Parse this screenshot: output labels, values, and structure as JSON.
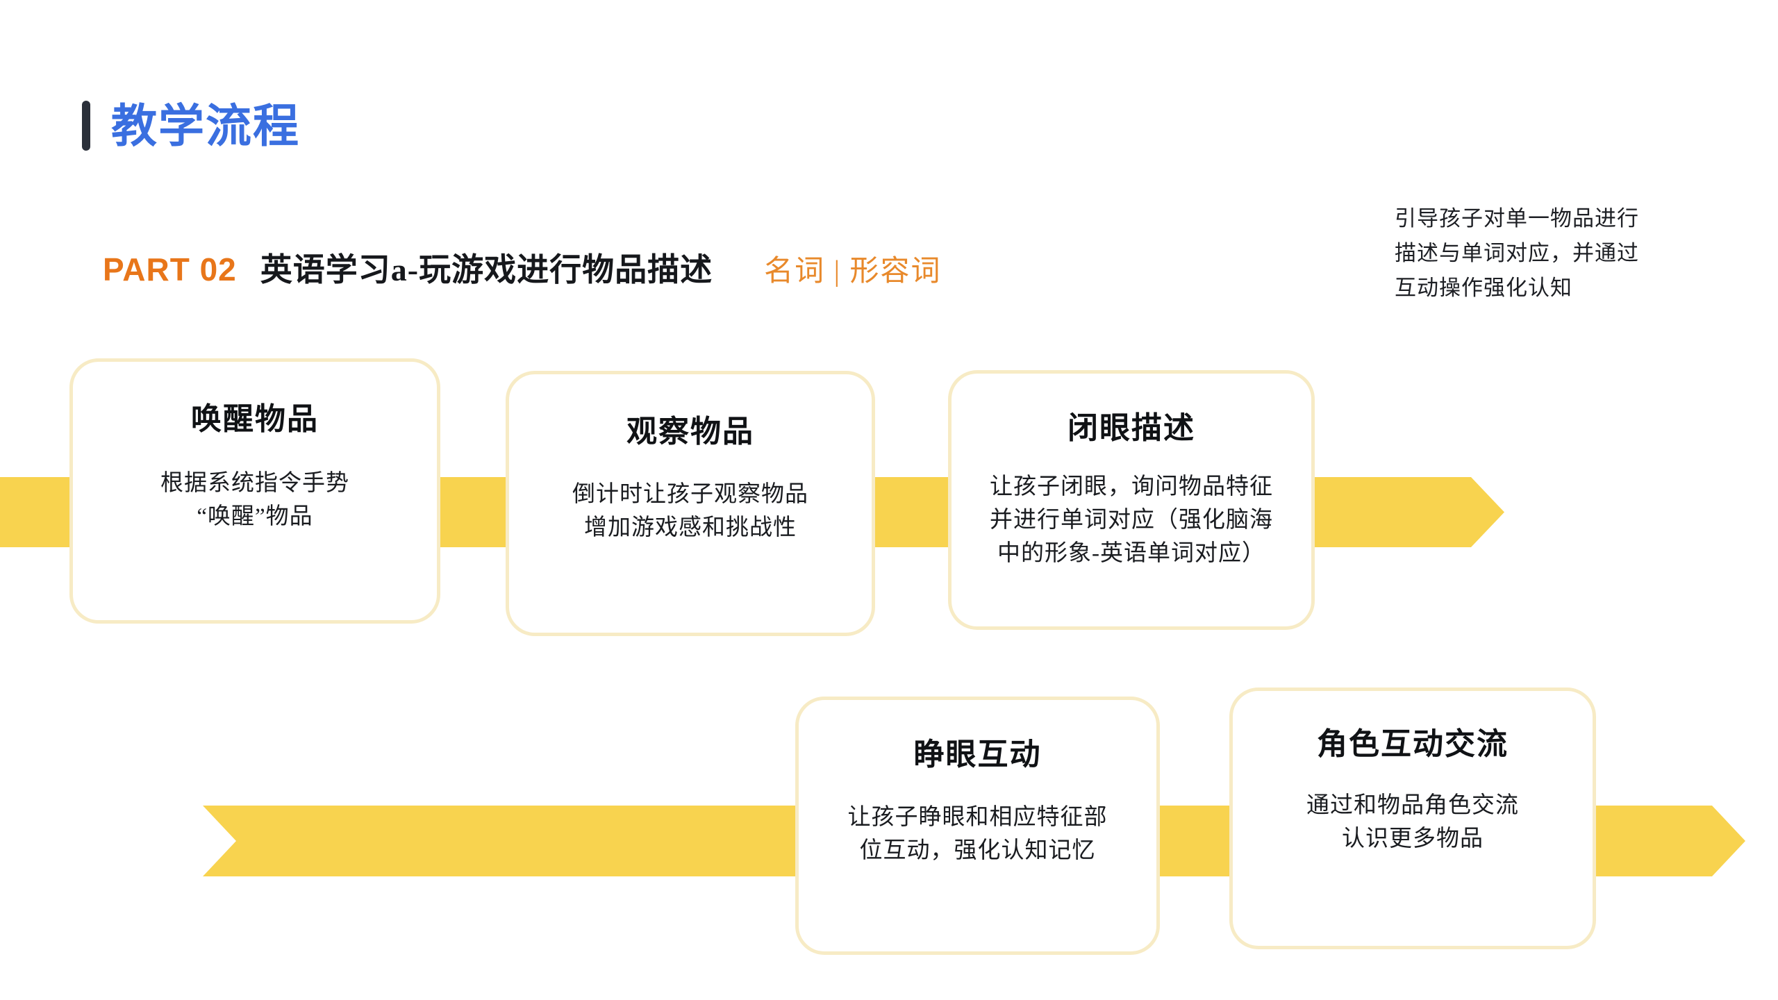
{
  "slide": {
    "title": "教学流程",
    "title_accent_color": "#3a6fe0",
    "accent_bar_color": "#2b303a"
  },
  "subtitle": {
    "part_label": "PART 02",
    "main": "英语学习a-玩游戏进行物品描述",
    "tags": "名词 | 形容词",
    "part_color": "#E8761A",
    "tags_color": "#E8892B"
  },
  "right_note": {
    "line1": "引导孩子对单一物品进行",
    "line2": "描述与单词对应，并通过",
    "line3": "互动操作强化认知"
  },
  "flow": {
    "ribbon_color": "#F8D34F",
    "card_border_color": "#F7EBC5",
    "steps": [
      {
        "title": "唤醒物品",
        "body": [
          "根据系统指令手势",
          "“唤醒”物品"
        ]
      },
      {
        "title": "观察物品",
        "body": [
          "倒计时让孩子观察物品",
          "增加游戏感和挑战性"
        ]
      },
      {
        "title": "闭眼描述",
        "body": [
          "让孩子闭眼，询问物品特征",
          "并进行单词对应（强化脑海",
          "中的形象-英语单词对应）"
        ]
      },
      {
        "title": "睁眼互动",
        "body": [
          "让孩子睁眼和相应特征部",
          "位互动，强化认知记忆"
        ]
      },
      {
        "title": "角色互动交流",
        "body": [
          "通过和物品角色交流",
          "认识更多物品"
        ]
      }
    ]
  }
}
